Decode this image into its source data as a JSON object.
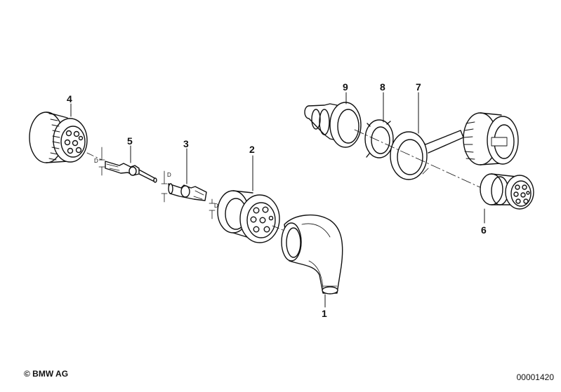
{
  "diagram": {
    "callouts": [
      "1",
      "2",
      "3",
      "4",
      "5",
      "6",
      "7",
      "8",
      "9"
    ],
    "dimension_label": "D"
  },
  "footer": {
    "copyright": "© BMW AG",
    "diagram_id": "00001420"
  }
}
